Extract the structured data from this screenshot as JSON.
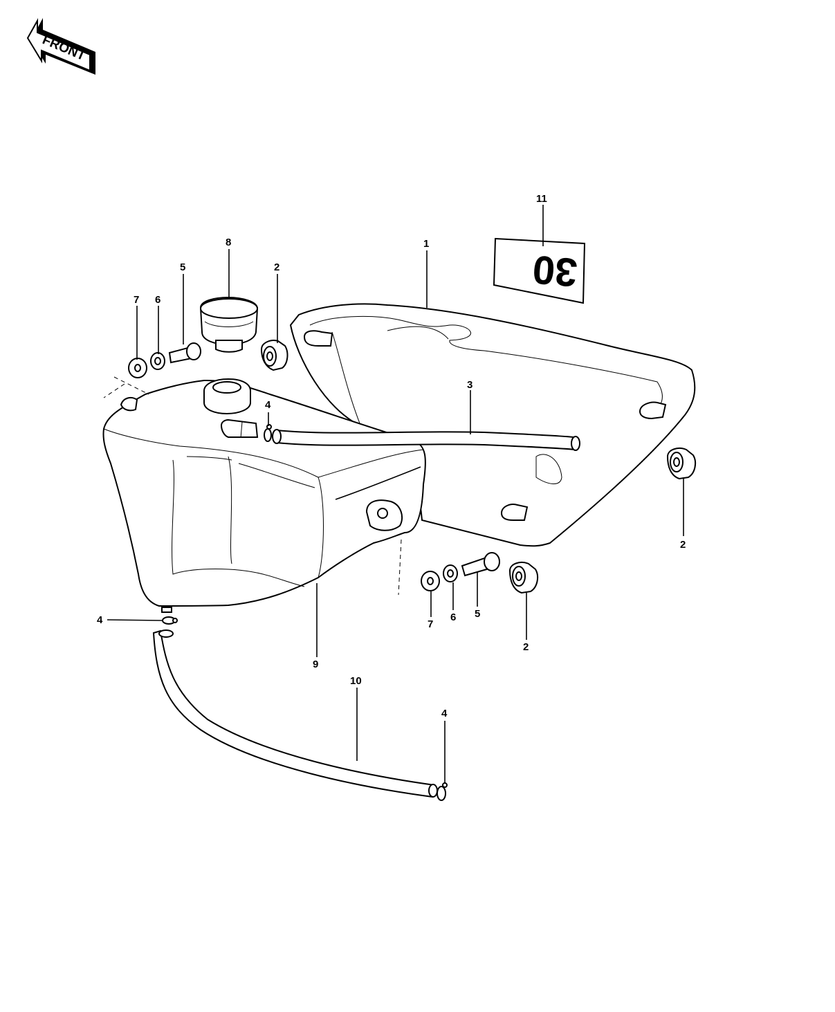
{
  "front_arrow": {
    "label": "FRONT"
  },
  "decal": {
    "text": "30"
  },
  "callouts": {
    "c1": "1",
    "c2a": "2",
    "c2b": "2",
    "c2c": "2",
    "c3": "3",
    "c4a": "4",
    "c4b": "4",
    "c4c": "4",
    "c5a": "5",
    "c5b": "5",
    "c6a": "6",
    "c6b": "6",
    "c7a": "7",
    "c7b": "7",
    "c8": "8",
    "c9": "9",
    "c10": "10",
    "c11": "11"
  }
}
